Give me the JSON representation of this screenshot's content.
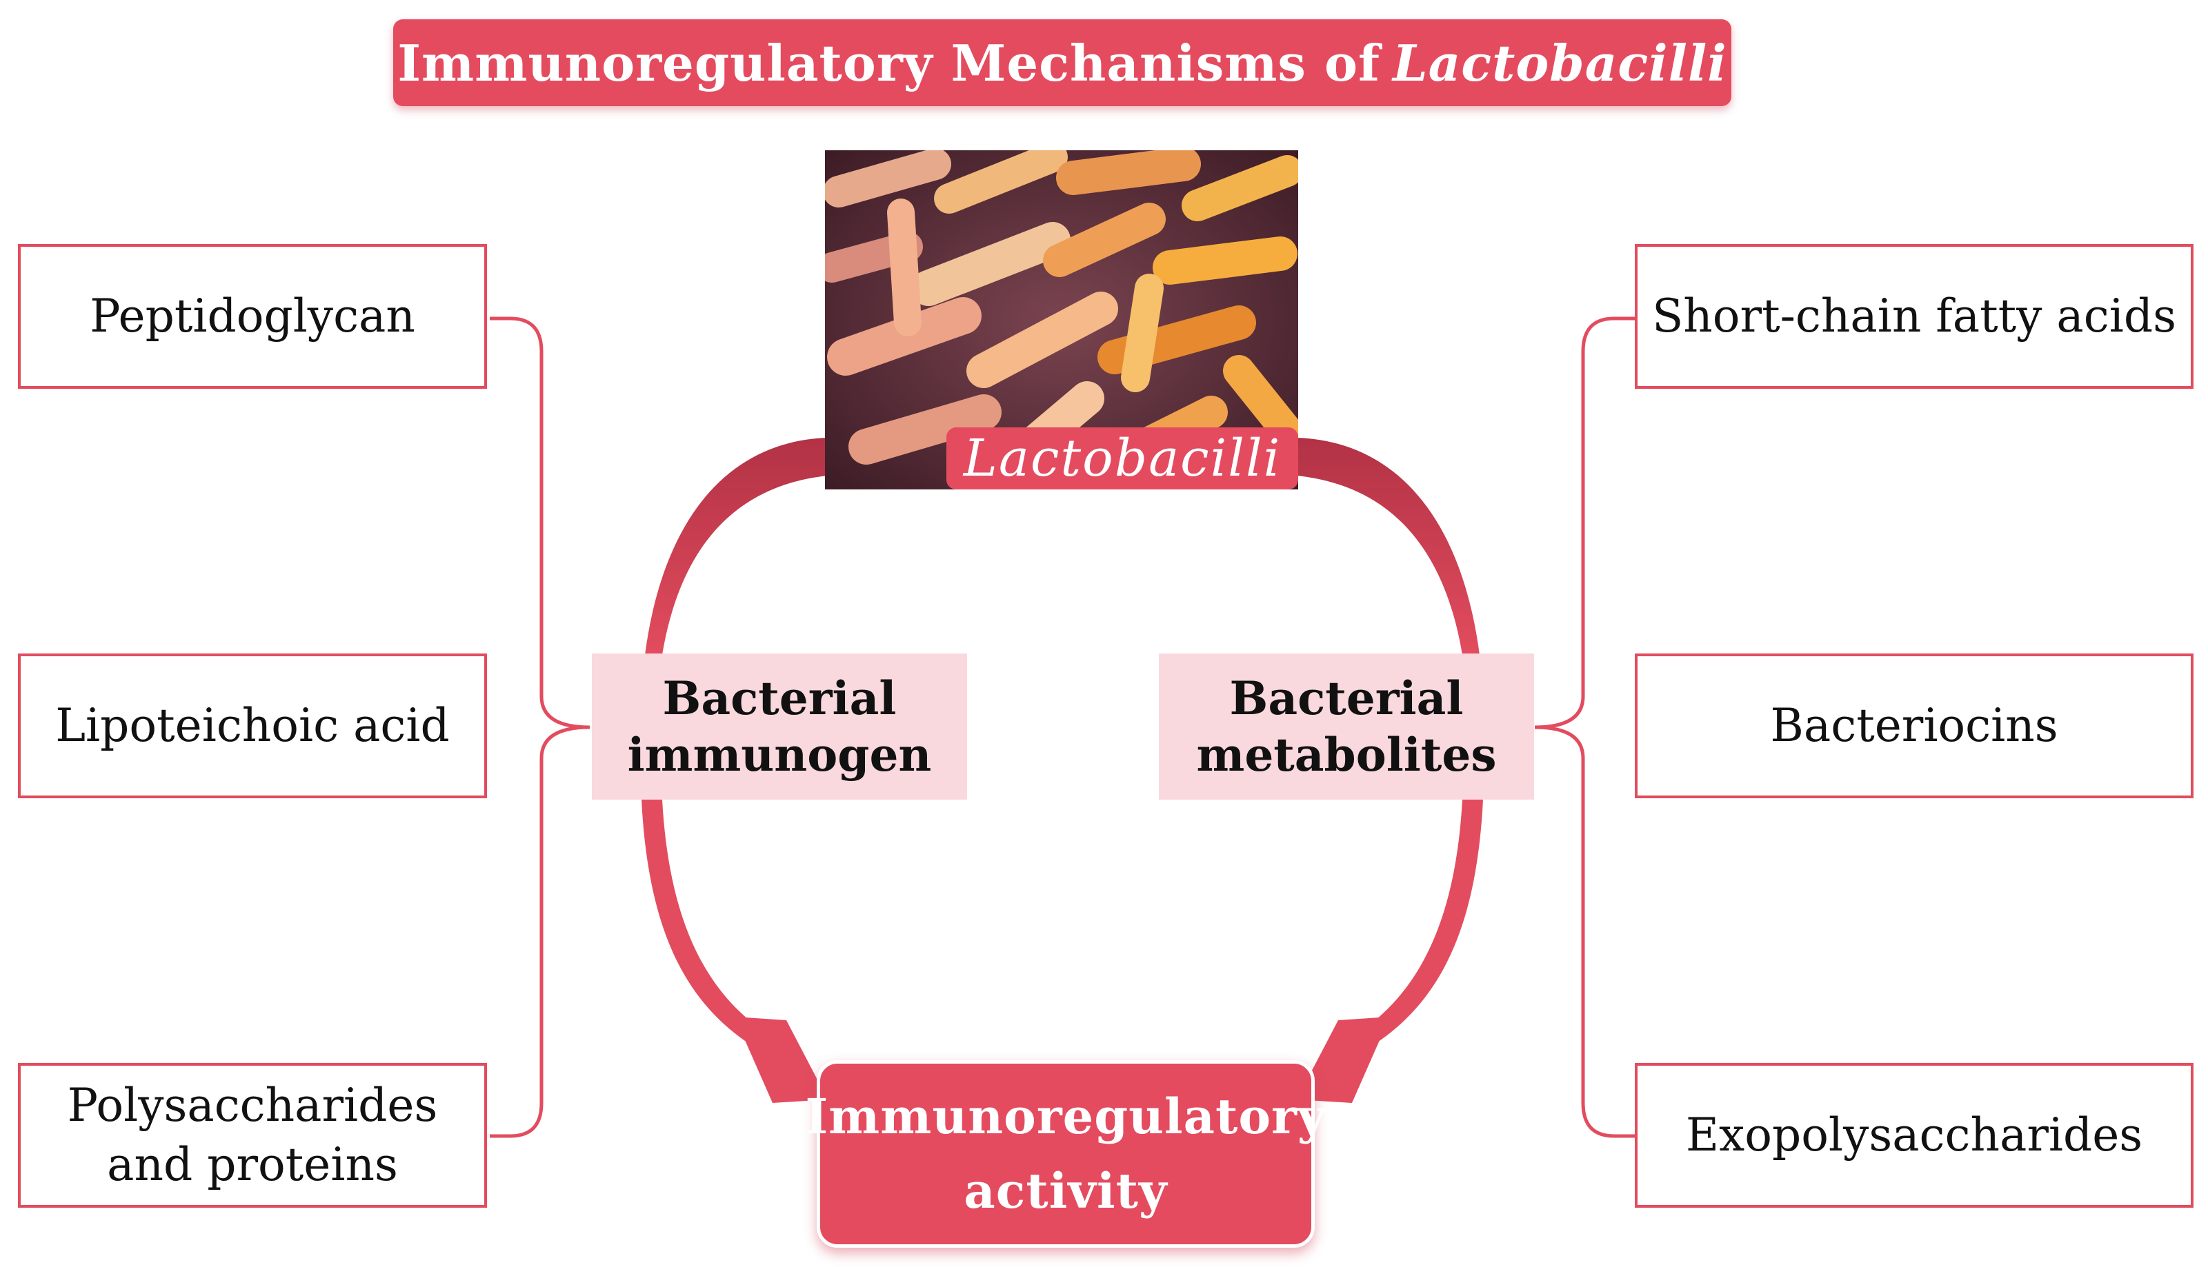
{
  "title": {
    "text_plain": "Immunoregulatory Mechanisms of",
    "text_italic": "Lactobacilli"
  },
  "center": {
    "organism_label": "Lactobacilli",
    "organism_image": "lactobacilli-micrograph",
    "result_line1": "Immunoregulatory",
    "result_line2": "activity"
  },
  "left": {
    "category_line1": "Bacterial",
    "category_line2": "immunogen",
    "items": [
      "Peptidoglycan",
      "Lipoteichoic acid",
      "Polysaccharides",
      "and proteins"
    ]
  },
  "right": {
    "category_line1": "Bacterial",
    "category_line2": "metabolites",
    "items": [
      "Short-chain fatty acids",
      "Bacteriocins",
      "Exopolysaccharides"
    ]
  },
  "colors": {
    "accent": "#e44b5f",
    "accent_dark": "#c23a50",
    "category_fill": "#f9d9de"
  }
}
